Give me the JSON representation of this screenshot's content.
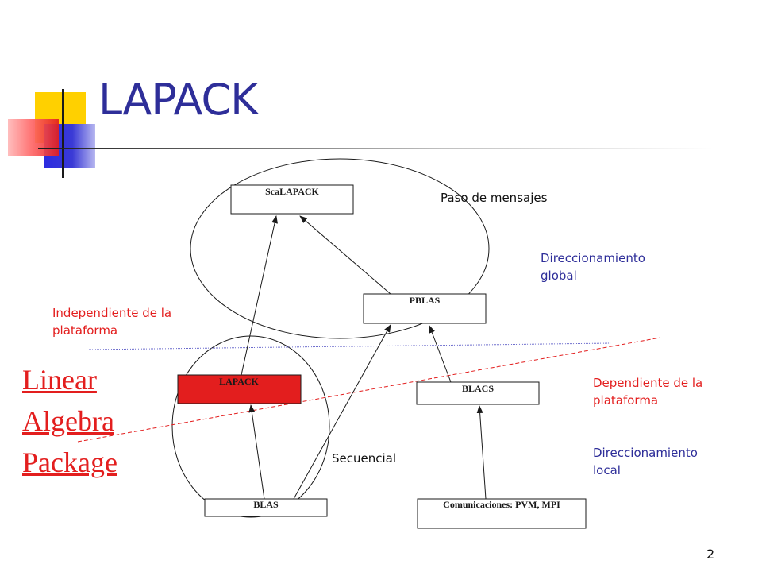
{
  "slide": {
    "title": "LAPACK",
    "page_number": "2"
  },
  "colors": {
    "title": "#2e2e99",
    "accent_red": "#e31e1e",
    "accent_blue": "#2e2e99",
    "deco_yellow": "#ffd000"
  },
  "diagram": {
    "boxes": {
      "scalapack": "ScaLAPACK",
      "pblas": "PBLAS",
      "lapack": "LAPACK",
      "blacs": "BLACS",
      "blas": "BLAS",
      "comms": "Comunicaciones: PVM, MPI"
    },
    "labels": {
      "paso_mensajes": "Paso de mensajes",
      "secuencial": "Secuencial",
      "dir_global": [
        "Direccionamiento",
        "global"
      ],
      "dir_local": [
        "Direccionamiento",
        "local"
      ],
      "independiente": [
        "Independiente de la",
        "plataforma"
      ],
      "dependiente": [
        "Dependiente de la",
        "plataforma"
      ]
    },
    "link_lines": [
      "Linear ",
      "Algebra ",
      "Package"
    ]
  }
}
